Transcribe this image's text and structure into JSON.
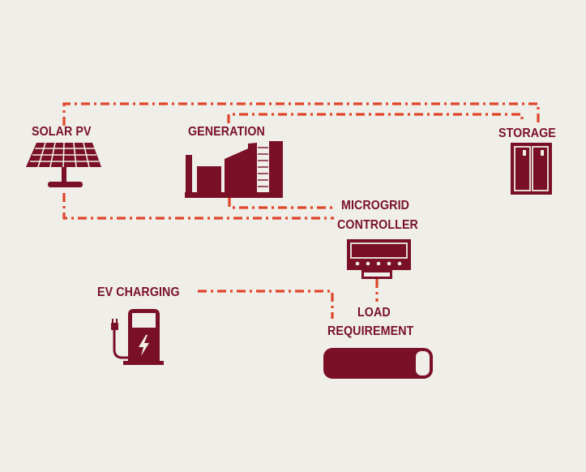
{
  "colors": {
    "background": "#efeee9",
    "icon": "#7a1027",
    "connector": "#e0452a"
  },
  "labels": {
    "solar_pv": "SOLAR PV",
    "generation": "GENERATION",
    "storage": "STORAGE",
    "microgrid_line1": "MICROGRID",
    "microgrid_line2": "CONTROLLER",
    "ev_charging": "EV CHARGING",
    "load_line1": "LOAD",
    "load_line2": "REQUIREMENT"
  },
  "icons": {
    "solar": "solar-panel-icon",
    "generation": "generator-icon",
    "storage": "battery-cabinet-icon",
    "controller": "controller-display-icon",
    "ev": "ev-charger-icon",
    "load": "load-bar-icon"
  }
}
